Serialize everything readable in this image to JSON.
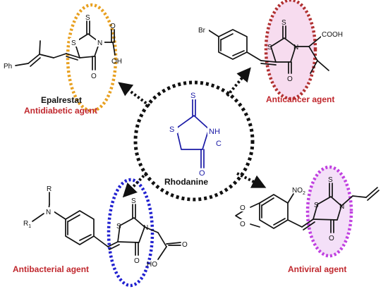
{
  "center": {
    "name": "Rhodanine",
    "atoms": {
      "s_thione": "S",
      "s_ring": "S",
      "nh": "NH",
      "o": "O",
      "c": "C"
    }
  },
  "molecules": {
    "antidiabetic": {
      "name": "Epalrestat",
      "activity": "Antidiabetic agent",
      "atoms": {
        "ph": "Ph",
        "s_thione": "S",
        "s_ring": "S",
        "n": "N",
        "o_ring": "O",
        "o_acid": "O",
        "oh": "OH"
      },
      "ellipse_color": "#e8a020"
    },
    "anticancer": {
      "activity": "Anticancer agent",
      "atoms": {
        "br": "Br",
        "s_thione": "S",
        "s_ring": "S",
        "n": "N",
        "o_ring": "O",
        "cooh": "COOH"
      },
      "ellipse_color": "#b03030",
      "ring_fill": "#f7dcef"
    },
    "antibacterial": {
      "activity": "Antibacterial agent",
      "atoms": {
        "r_top": "R",
        "n_amine": "N",
        "r1": "R",
        "r1_sub": "1",
        "s_thione": "S",
        "s_ring": "S",
        "n": "N",
        "o_ring": "O",
        "o_acid": "O",
        "ho": "HO"
      },
      "ellipse_color": "#2020d0"
    },
    "antiviral": {
      "activity": "Antiviral agent",
      "atoms": {
        "no2": "NO",
        "no2_sub": "2",
        "o1": "O",
        "o2": "O",
        "s_thione": "S",
        "s_ring": "S",
        "n": "N",
        "o_ring": "O"
      },
      "ellipse_color": "#c040e0",
      "ring_fill": "#f4e0f8"
    }
  },
  "colors": {
    "activity_label": "#c0272d",
    "dotted_circle": "#111111",
    "core_structure": "#1a1aa6"
  }
}
